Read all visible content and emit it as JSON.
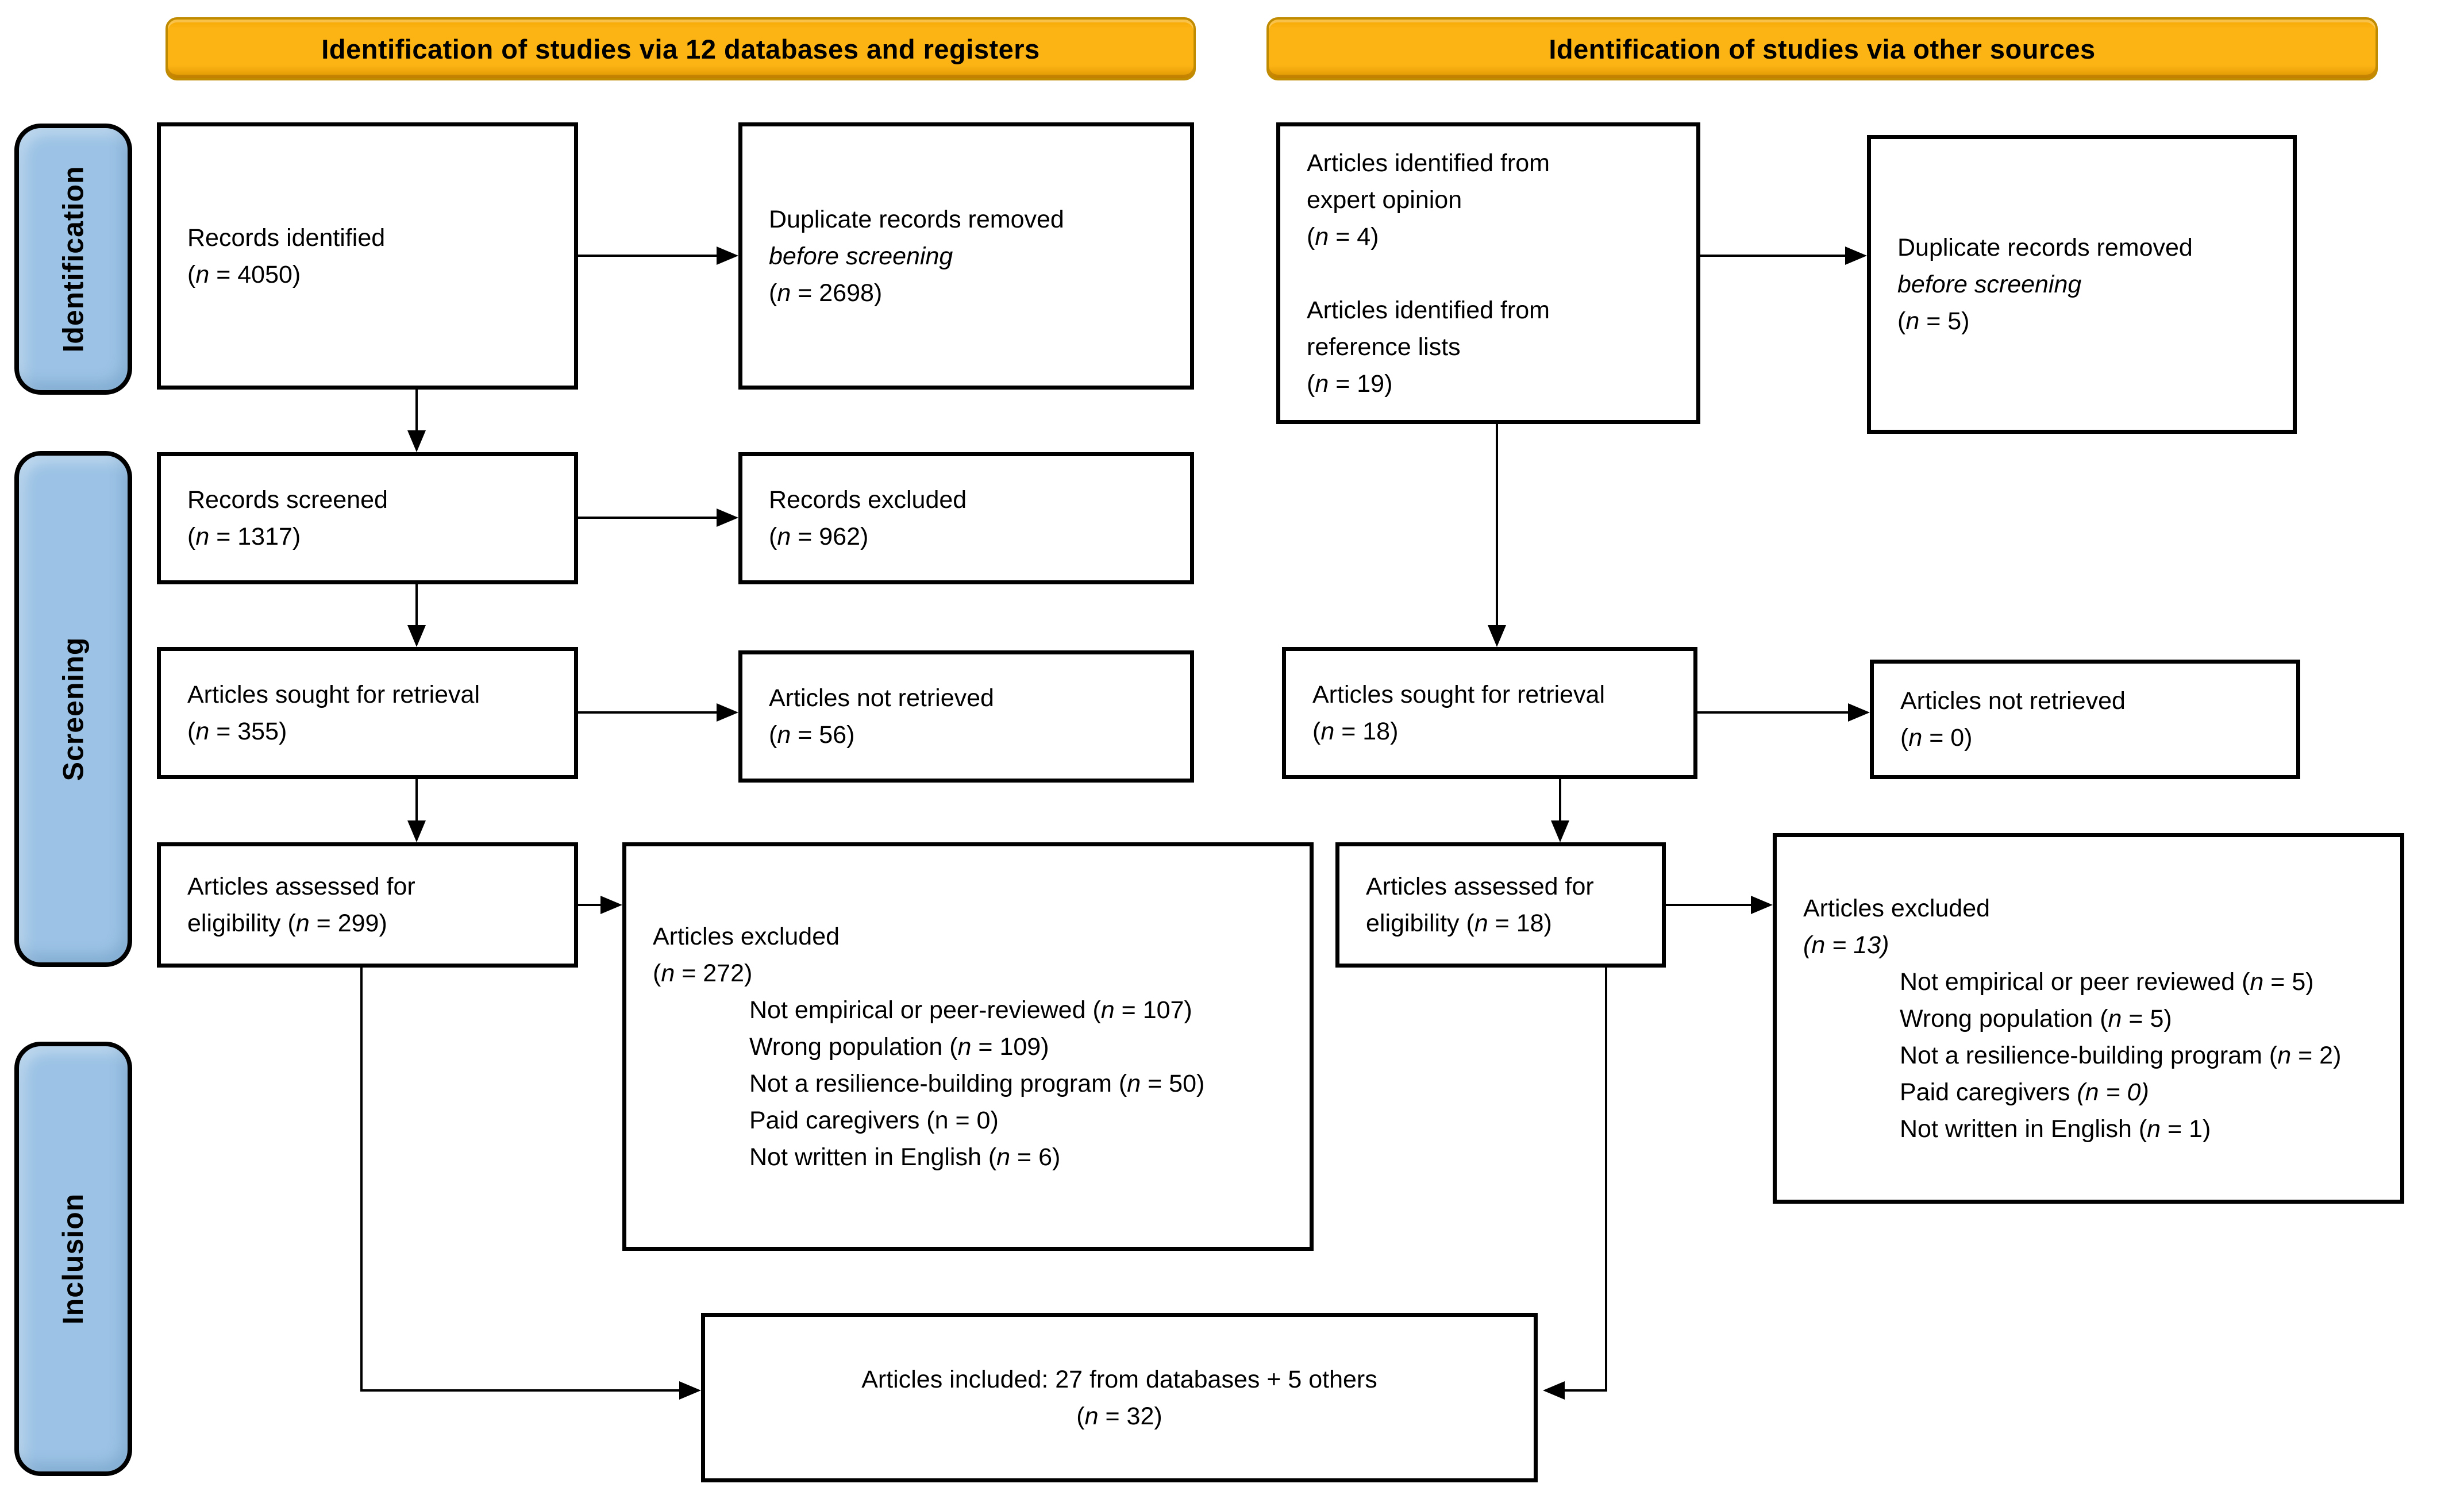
{
  "figure": {
    "type": "prisma-flow-diagram",
    "background": "#ffffff"
  },
  "colors": {
    "banner_fill": "#FCB415",
    "banner_hi": "#F5A800",
    "banner_lo": "#DD9600",
    "banner_border": "#C08B00",
    "side_fill": "#9CC3E5",
    "box_border": "#000000",
    "arrow": "#000000"
  },
  "banners": {
    "databases": "Identification of studies via 12 databases and registers",
    "other_sources": "Identification of studies via other sources"
  },
  "side_labels": {
    "identification": "Identification",
    "screening": "Screening",
    "inclusion": "Inclusion"
  },
  "boxes": {
    "records_identified": "Records identified\n(«n» = 4050)",
    "duplicates_removed_db": "Duplicate records removed\n«before screening»\n(«n» = 2698)",
    "records_screened": "Records screened\n(«n» = 1317)",
    "records_excluded": "Records excluded\n(«n» = 962)",
    "articles_sought_db": "Articles sought for retrieval\n(«n» = 355)",
    "articles_not_retrieved_db": "Articles not retrieved\n(«n» = 56)",
    "articles_assessed_db": "Articles assessed for\neligibility («n» = 299)",
    "articles_excluded_db": "Articles excluded\n(«n» = 272)\n\tNot empirical or peer-reviewed («n» = 107)\n\tWrong population («n» = 109)\n\tNot a resilience-building program («n» = 50)\n\tPaid caregivers (n = 0)\n\tNot written in English («n» = 6)",
    "articles_identified_other": "Articles identified from\nexpert opinion\n(«n» = 4)\n\nArticles identified from\nreference lists\n(«n» = 19)",
    "duplicates_removed_other": "Duplicate records removed\n«before screening»\n(«n» = 5)",
    "articles_sought_other": "Articles sought for retrieval\n(«n» = 18)",
    "articles_not_retrieved_other": "Articles not retrieved\n(«n» = 0)",
    "articles_assessed_other": "Articles assessed for\neligibility («n» = 18)",
    "articles_excluded_other": "Articles excluded\n«(n = 13)»\n\tNot empirical or peer reviewed («n» = 5)\n\tWrong population («n» = 5)\n\tNot a resilience-building program («n» = 2)\n\tPaid caregivers «(n = 0)»\n\tNot written in English («n» = 1)",
    "articles_included": "Articles included: 27 from databases + 5 others\n(«n» = 32)"
  }
}
